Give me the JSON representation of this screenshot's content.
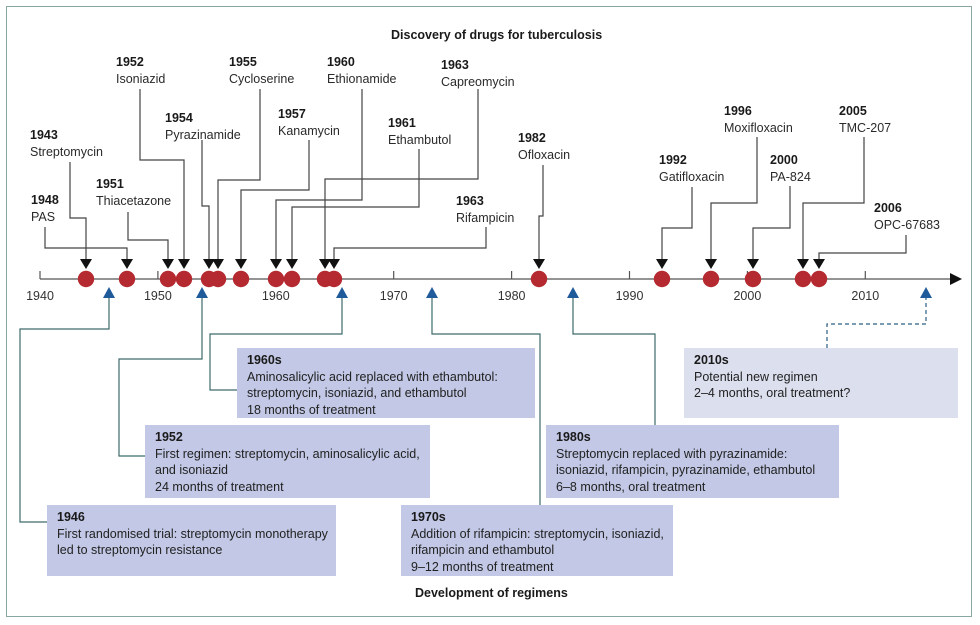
{
  "titles": {
    "top": "Discovery of drugs for tuberculosis",
    "bottom": "Development of regimens"
  },
  "axis": {
    "ticks": [
      "1940",
      "1950",
      "1960",
      "1970",
      "1980",
      "1990",
      "2000",
      "2010"
    ],
    "range_years": [
      1940,
      2018
    ]
  },
  "drugs": [
    {
      "year": "1943",
      "name": "Streptomycin"
    },
    {
      "year": "1948",
      "name": "PAS"
    },
    {
      "year": "1951",
      "name": "Thiacetazone"
    },
    {
      "year": "1952",
      "name": "Isoniazid"
    },
    {
      "year": "1954",
      "name": "Pyrazinamide"
    },
    {
      "year": "1955",
      "name": "Cycloserine"
    },
    {
      "year": "1957",
      "name": "Kanamycin"
    },
    {
      "year": "1960",
      "name": "Ethionamide"
    },
    {
      "year": "1961",
      "name": "Ethambutol"
    },
    {
      "year": "1963",
      "name": "Capreomycin"
    },
    {
      "year": "1963",
      "name": "Rifampicin"
    },
    {
      "year": "1982",
      "name": "Ofloxacin"
    },
    {
      "year": "1992",
      "name": "Gatifloxacin"
    },
    {
      "year": "1996",
      "name": "Moxifloxacin"
    },
    {
      "year": "2000",
      "name": "PA-824"
    },
    {
      "year": "2005",
      "name": "TMC-207"
    },
    {
      "year": "2006",
      "name": "OPC-67683"
    }
  ],
  "regimens": [
    {
      "year": "1946",
      "lines": [
        "First randomised trial: streptomycin monotherapy",
        "led to streptomycin resistance"
      ],
      "status": "historical"
    },
    {
      "year": "1952",
      "lines": [
        "First regimen: streptomycin, aminosalicylic acid,",
        "and isoniazid",
        "24 months of treatment"
      ],
      "status": "historical"
    },
    {
      "year": "1960s",
      "lines": [
        "Aminosalicylic acid replaced with ethambutol:",
        "streptomycin, isoniazid, and ethambutol",
        "18 months of treatment"
      ],
      "status": "historical"
    },
    {
      "year": "1970s",
      "lines": [
        "Addition of rifampicin: streptomycin, isoniazid,",
        "rifampicin and ethambutol",
        "9–12 months of treatment"
      ],
      "status": "historical"
    },
    {
      "year": "1980s",
      "lines": [
        "Streptomycin replaced with pyrazinamide:",
        "isoniazid, rifampicin, pyrazinamide, ethambutol",
        "6–8 months, oral treatment"
      ],
      "status": "historical"
    },
    {
      "year": "2010s",
      "lines": [
        "Potential new regimen",
        "2–4 months, oral treatment?"
      ],
      "status": "future"
    }
  ],
  "colors": {
    "marker": "#b52a30",
    "regimen_arrow": "#1f5a9a",
    "box": "#c2c8e5",
    "box_future": "#dcdfee",
    "frame": "#8aa6a0"
  }
}
